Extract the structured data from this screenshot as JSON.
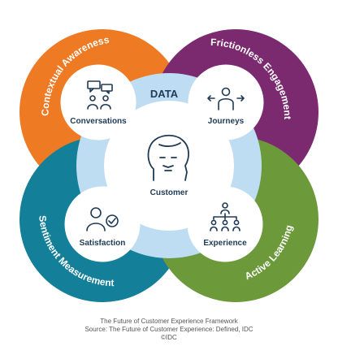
{
  "diagram": {
    "center": {
      "label": "DATA",
      "core_label": "Customer",
      "core_icon": "customer-head-icon"
    },
    "petals": [
      {
        "id": "orange",
        "label": "Contextual Awareness",
        "color": "#EE7A23",
        "node": {
          "label": "Conversations",
          "icon": "conversation-icon"
        }
      },
      {
        "id": "purple",
        "label": "Frictionless Engagement",
        "color": "#7B2A70",
        "node": {
          "label": "Journeys",
          "icon": "journey-icon"
        }
      },
      {
        "id": "teal",
        "label": "Sentiment Measurement",
        "color": "#137F98",
        "node": {
          "label": "Satisfaction",
          "icon": "satisfaction-icon"
        }
      },
      {
        "id": "green",
        "label": "Active Learning",
        "color": "#6C9A3B",
        "node": {
          "label": "Experience",
          "icon": "org-chart-icon"
        }
      }
    ],
    "colors": {
      "ring": "#BFDDF2",
      "core": "#FFFFFF",
      "node_border": "#FFFFFF",
      "text": "#1E3A56",
      "icon": "#1E3A56"
    }
  },
  "caption": {
    "line1": "The Future of Customer Experience Framework",
    "line2": "Source: The Future of Customer Experience: Defined, IDC",
    "line3": "©IDC"
  }
}
